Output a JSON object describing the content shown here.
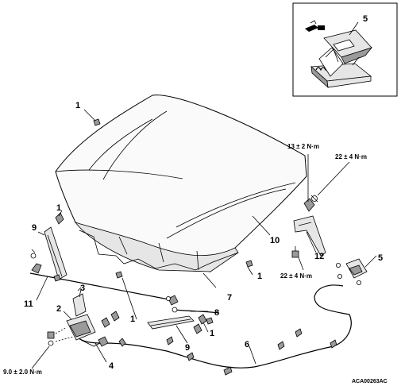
{
  "labels": {
    "l1a": "1",
    "l1b": "1",
    "l1c": "1",
    "l1d": "1",
    "l1e": "1",
    "l2": "2",
    "l3": "3",
    "l4": "4",
    "l5a": "5",
    "l5b": "5",
    "l6": "6",
    "l7": "7",
    "l8": "8",
    "l9a": "9",
    "l9b": "9",
    "l10": "10",
    "l11": "11",
    "l12": "12"
  },
  "torques": {
    "t1": "13 ± 2 N·m",
    "t2": "22 ± 4 N·m",
    "t3": "22 ± 4 N·m",
    "t4": "9.0 ± 2.0 N·m"
  },
  "figure_code": "ACA00263AC"
}
